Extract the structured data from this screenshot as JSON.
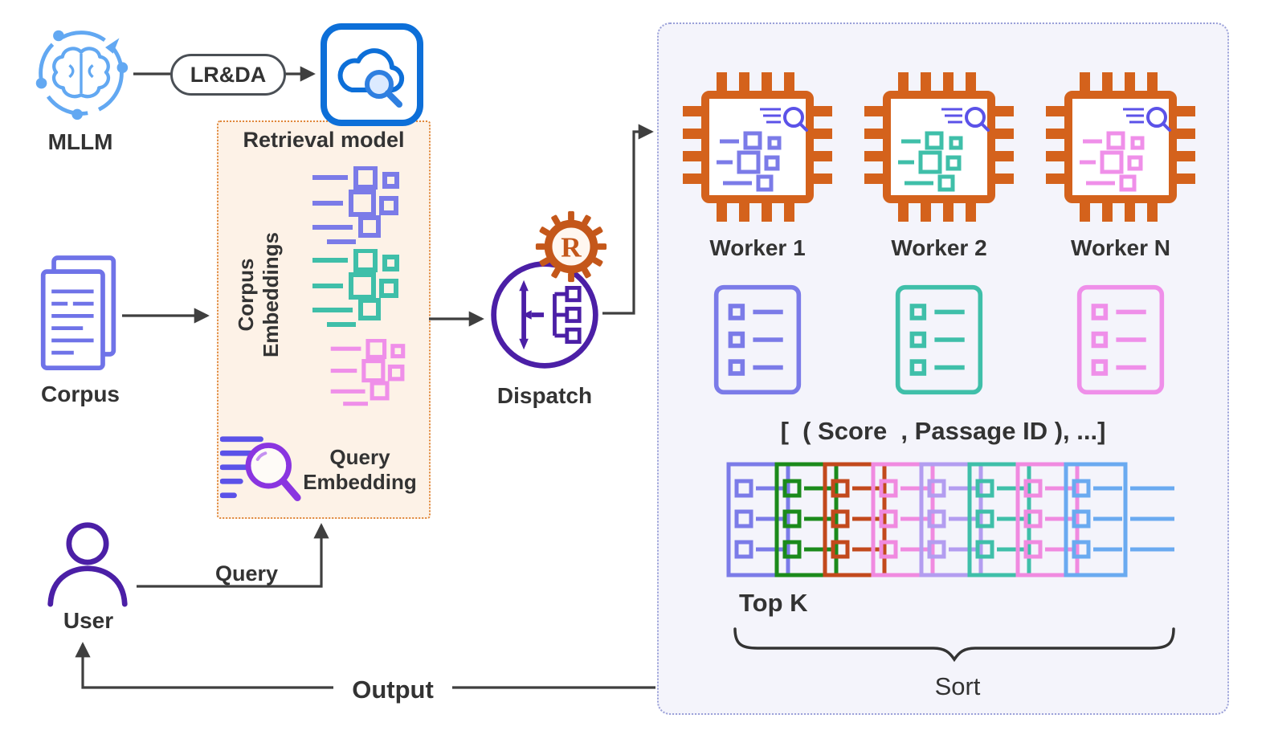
{
  "nodes": {
    "mllm": "MLLM",
    "retrieval_model": "Retrieval model",
    "corpus": "Corpus",
    "corpus_embeddings": "Corpus Embeddings",
    "query_embedding": "Query Embedding",
    "dispatch": "Dispatch",
    "user": "User"
  },
  "edges": {
    "lrda": "LR&DA",
    "query": "Query",
    "output": "Output"
  },
  "panel": {
    "workers": [
      {
        "label": "Worker 1"
      },
      {
        "label": "Worker 2"
      },
      {
        "label": "Worker N"
      }
    ],
    "score_tuple": "[  ( Score  , Passage ID ), ...]",
    "top_k": "Top K",
    "sort": "Sort"
  },
  "colors": {
    "mllm_blue": "#62a8f2",
    "retrieval_blue": "#0d6fd8",
    "purple": "#7b7be8",
    "indigo": "#5b52e8",
    "teal": "#3fbfa9",
    "pink": "#ef8fe9",
    "magenta_pink": "#f08ae0",
    "lilac": "#b39df0",
    "green": "#1b8a1b",
    "red_orange": "#c2491c",
    "sky_blue": "#6aaaf0",
    "chip_orange": "#d4621c",
    "rust_orange": "#c4571a",
    "dispatch_purple": "#4b1fa6",
    "box_bg": "#fdf2e7",
    "box_border": "#e0873a",
    "panel_bg": "#f4f4fb",
    "panel_border": "#9aa0d8",
    "arrow": "#3f3f3f",
    "text": "#333333"
  }
}
